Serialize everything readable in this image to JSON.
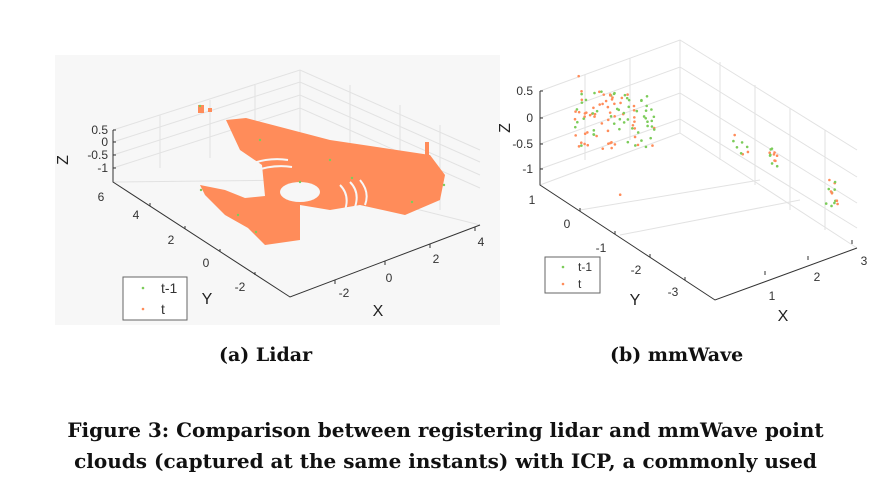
{
  "figure": {
    "subcaption_a": "(a) Lidar",
    "subcaption_b": "(b) mmWave",
    "caption_line1": "Figure 3: Comparison between registering lidar and mmWave point",
    "caption_line2": "clouds (captured at the same instants) with ICP, a commonly used"
  },
  "colors": {
    "t_minus_1": "#7ccc5a",
    "t": "#ff8c5a",
    "axis": "#333333",
    "grid": "#e2e2e2"
  },
  "chart_data": [
    {
      "type": "scatter",
      "title": "Lidar",
      "xlabel": "X",
      "ylabel": "Y",
      "zlabel": "Z",
      "x_ticks": [
        "-2",
        "0",
        "2",
        "4"
      ],
      "y_ticks": [
        "6",
        "4",
        "2",
        "0",
        "-2"
      ],
      "z_ticks": [
        "0.5",
        "0",
        "-0.5",
        "-1"
      ],
      "legend": [
        "t-1",
        "t"
      ],
      "legend_placement": "bottom-left"
    },
    {
      "type": "scatter",
      "title": "mmWave",
      "xlabel": "X",
      "ylabel": "Y",
      "zlabel": "Z",
      "x_ticks": [
        "1",
        "2",
        "3"
      ],
      "y_ticks": [
        "1",
        "0",
        "-1",
        "-2",
        "-3"
      ],
      "z_ticks": [
        "0.5",
        "0",
        "-0.5",
        "-1"
      ],
      "legend": [
        "t-1",
        "t"
      ],
      "legend_placement": "bottom-left"
    }
  ]
}
